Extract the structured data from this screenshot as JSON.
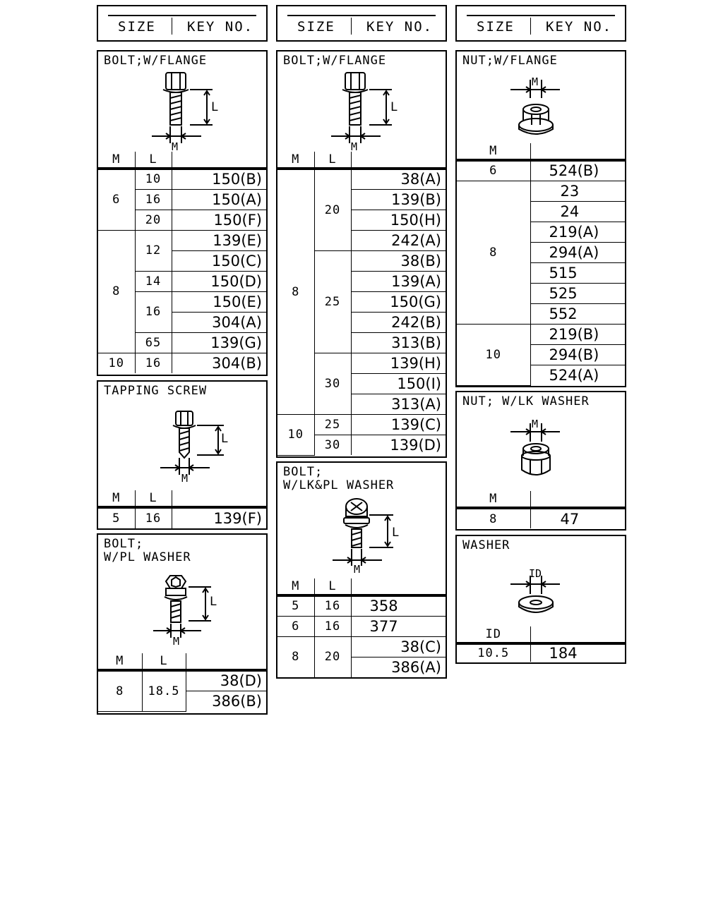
{
  "header": {
    "size_label": "SIZE",
    "key_label": "KEY NO."
  },
  "dims": {
    "m": "M",
    "l": "L",
    "id": "ID"
  },
  "bolt_flange_a": {
    "title": "BOLT;W/FLANGE",
    "rows": [
      [
        "6",
        "10",
        "150(B)"
      ],
      [
        "",
        "16",
        "150(A)"
      ],
      [
        "",
        "20",
        "150(F)"
      ],
      [
        "8",
        "12",
        "139(E)"
      ],
      [
        "",
        "",
        "150(C)"
      ],
      [
        "",
        "14",
        "150(D)"
      ],
      [
        "",
        "16",
        "150(E)"
      ],
      [
        "",
        "",
        "304(A)"
      ],
      [
        "",
        "65",
        "139(G)"
      ],
      [
        "10",
        "16",
        "304(B)"
      ]
    ]
  },
  "tapping_screw": {
    "title": "TAPPING SCREW",
    "rows": [
      [
        "5",
        "16",
        "139(F)"
      ]
    ]
  },
  "bolt_pl_washer": {
    "title": "BOLT;\nW/PL WASHER",
    "rows": [
      [
        "8",
        "18.5",
        "38(D)"
      ],
      [
        "",
        "",
        "386(B)"
      ]
    ]
  },
  "bolt_flange_b": {
    "title": "BOLT;W/FLANGE",
    "rows": [
      [
        "8",
        "20",
        "38(A)"
      ],
      [
        "",
        "",
        "139(B)"
      ],
      [
        "",
        "",
        "150(H)"
      ],
      [
        "",
        "",
        "242(A)"
      ],
      [
        "",
        "25",
        "38(B)"
      ],
      [
        "",
        "",
        "139(A)"
      ],
      [
        "",
        "",
        "150(G)"
      ],
      [
        "",
        "",
        "242(B)"
      ],
      [
        "",
        "",
        "313(B)"
      ],
      [
        "",
        "30",
        "139(H)"
      ],
      [
        "",
        "",
        "150(I)"
      ],
      [
        "",
        "",
        "313(A)"
      ],
      [
        "10",
        "25",
        "139(C)"
      ],
      [
        "",
        "30",
        "139(D)"
      ]
    ]
  },
  "bolt_lk_pl_washer": {
    "title": "BOLT;\nW/LK&PL WASHER",
    "rows": [
      [
        "5",
        "16",
        "358"
      ],
      [
        "6",
        "16",
        "377"
      ],
      [
        "8",
        "20",
        "38(C)"
      ],
      [
        "",
        "",
        "386(A)"
      ]
    ]
  },
  "nut_flange": {
    "title": "NUT;W/FLANGE",
    "rows": [
      [
        "6",
        "524(B)"
      ],
      [
        "8",
        "23"
      ],
      [
        "",
        "24"
      ],
      [
        "",
        "219(A)"
      ],
      [
        "",
        "294(A)"
      ],
      [
        "",
        "515"
      ],
      [
        "",
        "525"
      ],
      [
        "",
        "552"
      ],
      [
        "10",
        "219(B)"
      ],
      [
        "",
        "294(B)"
      ],
      [
        "",
        "524(A)"
      ]
    ]
  },
  "nut_lk_washer": {
    "title": "NUT; W/LK WASHER",
    "rows": [
      [
        "8",
        "47"
      ]
    ]
  },
  "washer": {
    "title": "WASHER",
    "rows": [
      [
        "10.5",
        "184"
      ]
    ]
  }
}
